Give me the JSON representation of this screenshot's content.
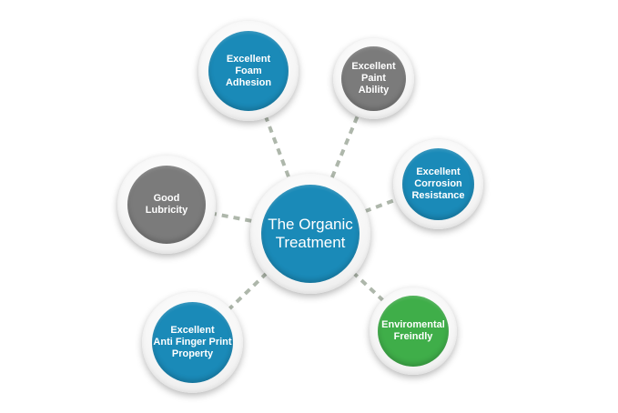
{
  "diagram": {
    "center": {
      "label": "The Organic\nTreatment",
      "color": "#1a8ab8"
    },
    "nodes": [
      {
        "id": "foam-adhesion",
        "label": "Excellent\nFoam\nAdhesion",
        "color": "#1a8ab8"
      },
      {
        "id": "paint-ability",
        "label": "Excellent\nPaint\nAbility",
        "color": "#7b7b7b"
      },
      {
        "id": "corrosion-resistance",
        "label": "Excellent\nCorrosion\nResistance",
        "color": "#1a8ab8"
      },
      {
        "id": "good-lubricity",
        "label": "Good\nLubricity",
        "color": "#7b7b7b"
      },
      {
        "id": "anti-finger-print",
        "label": "Excellent\nAnti Finger Print\nProperty",
        "color": "#1a8ab8"
      },
      {
        "id": "environmental-friendly",
        "label": "Enviromental\nFreindly",
        "color": "#3fae49"
      }
    ]
  }
}
